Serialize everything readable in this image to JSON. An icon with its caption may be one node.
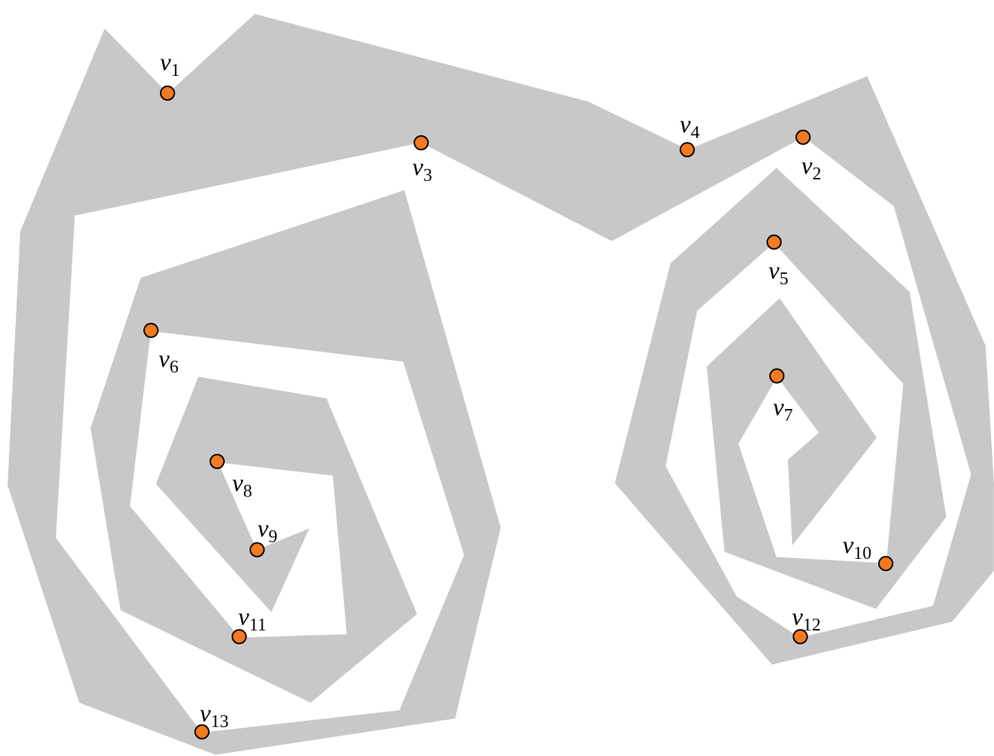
{
  "diagram": {
    "nodes": [
      {
        "text": [],
        "shape": "circle",
        "beside": [
          "*v*$_{1}$"
        ]
      },
      {
        "text": [],
        "shape": "circle",
        "beside": [
          "*v*$_{2}$"
        ]
      },
      {
        "text": [],
        "shape": "circle",
        "beside": [
          "*v*$_{3}$"
        ]
      },
      {
        "text": [],
        "shape": "circle",
        "beside": [
          "*v*$_{4}$"
        ]
      },
      {
        "text": [],
        "shape": "circle",
        "beside": [
          "*v*$_{5}$"
        ]
      },
      {
        "text": [],
        "shape": "circle",
        "beside": [
          "*v*$_{6}$"
        ]
      },
      {
        "text": [],
        "shape": "circle",
        "beside": [
          "*v*$_{7}$"
        ]
      },
      {
        "text": [],
        "shape": "circle",
        "beside": [
          "*v*$_{8}$"
        ]
      },
      {
        "text": [],
        "shape": "circle",
        "beside": [
          "*v*$_{9}$"
        ]
      },
      {
        "text": [],
        "shape": "circle",
        "beside": [
          "*v*$_{10}$"
        ]
      },
      {
        "text": [],
        "shape": "circle",
        "beside": [
          "*v*$_{11}$"
        ]
      },
      {
        "text": [],
        "shape": "circle",
        "beside": [
          "*v*$_{12}$"
        ]
      },
      {
        "text": [],
        "shape": "circle",
        "beside": [
          "*v*$_{13}$"
        ]
      }
    ]
  }
}
